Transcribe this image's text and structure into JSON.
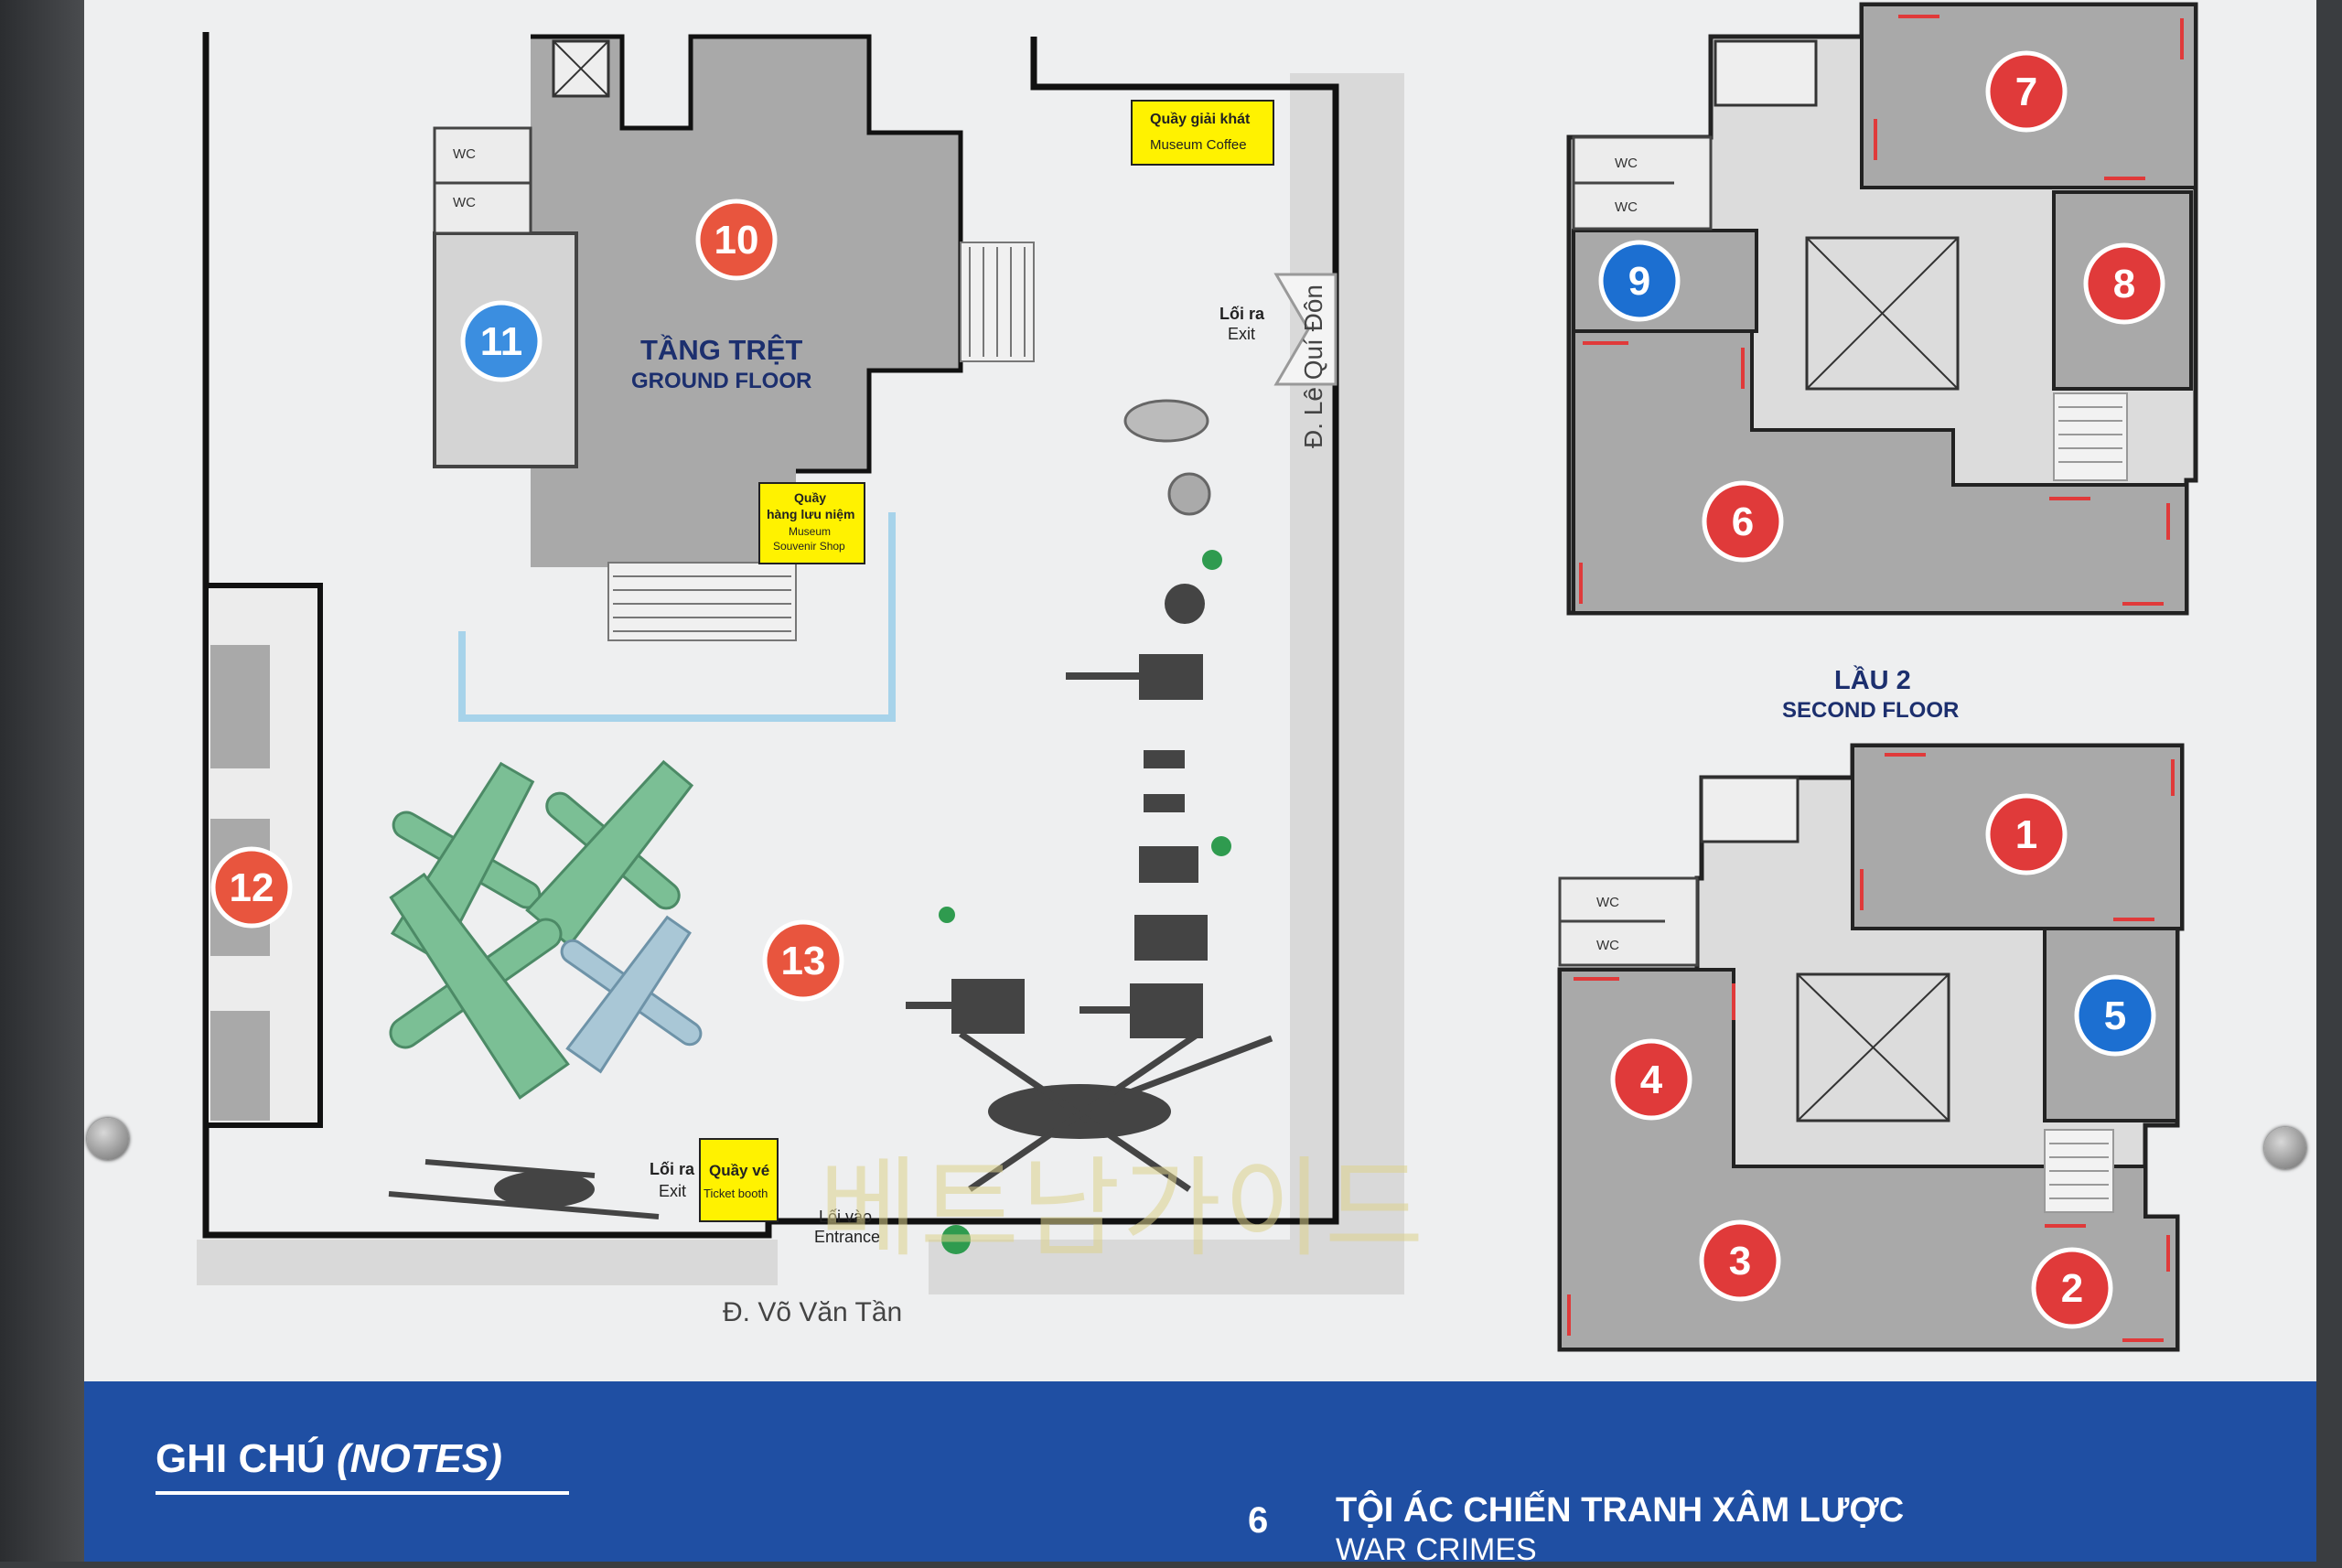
{
  "ground_floor": {
    "title_vi": "TẦNG TRỆT",
    "title_en": "GROUND FLOOR"
  },
  "second_floor": {
    "title_vi": "LẦU 2",
    "title_en": "SECOND FLOOR"
  },
  "labels": {
    "wc": "WC",
    "coffee_vi": "Quầy giải khát",
    "coffee_en": "Museum Coffee",
    "souvenir_vi_1": "Quầy",
    "souvenir_vi_2": "hàng lưu niệm",
    "souvenir_en_1": "Museum",
    "souvenir_en_2": "Souvenir Shop",
    "ticket_vi": "Quầy vé",
    "ticket_en": "Ticket booth",
    "exit_vi": "Lối ra",
    "exit_en": "Exit",
    "entrance_vi": "Lối vào",
    "entrance_en": "Entrance",
    "street_right": "Đ. Lê Quí Đôn",
    "street_bottom": "Đ. Võ Văn Tần",
    "watermark": "베트남가이드"
  },
  "markers": [
    {
      "n": "1",
      "color": "#e03a3a"
    },
    {
      "n": "2",
      "color": "#e03a3a"
    },
    {
      "n": "3",
      "color": "#e03a3a"
    },
    {
      "n": "4",
      "color": "#e03a3a"
    },
    {
      "n": "5",
      "color": "#1c6fd1"
    },
    {
      "n": "6",
      "color": "#e03a3a"
    },
    {
      "n": "7",
      "color": "#e03a3a"
    },
    {
      "n": "8",
      "color": "#e03a3a"
    },
    {
      "n": "9",
      "color": "#1c6fd1"
    },
    {
      "n": "10",
      "color": "#e8553e"
    },
    {
      "n": "11",
      "color": "#3b8ee0"
    },
    {
      "n": "12",
      "color": "#e8553e"
    },
    {
      "n": "13",
      "color": "#e8553e"
    }
  ],
  "notes": {
    "title": "GHI CHÚ",
    "title_en": "(NOTES)",
    "item_number": "6",
    "item_vi": "TỘI ÁC CHIẾN TRANH XÂM LƯỢC",
    "item_en": "WAR CRIMES"
  },
  "colors": {
    "room": "#a9a9a9",
    "corridor": "#dcdcdc",
    "wall": "#111111",
    "blue_band": "#1f4fa3",
    "yellow": "#fff200"
  }
}
